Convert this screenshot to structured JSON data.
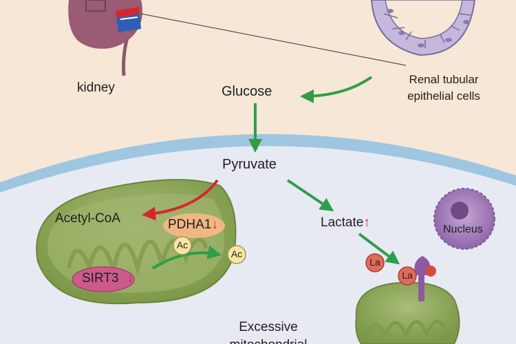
{
  "labels": {
    "kidney": "kidney",
    "renal_cells": "Renal tubular\nepithelial cells",
    "glucose": "Glucose",
    "pyruvate": "Pyruvate",
    "acetyl_coa": "Acetyl-CoA",
    "pdha1": "PDHA1",
    "pdha1_arrow": "↓",
    "sirt3": "SIRT3",
    "sirt3_arrow": "↓",
    "ac": "Ac",
    "lactate": "Lactate",
    "lactate_arrow": "↑",
    "la": "La",
    "nucleus": "Nucleus",
    "excessive": "Excessive\nmitochondrial"
  },
  "colors": {
    "background_top": "#f6e7d6",
    "cell_interior": "#e8eaf3",
    "membrane": "#9fc6e0",
    "mitochondria": "#8ea85a",
    "green_arrow": "#2e9e48",
    "red_arrow": "#d6262b",
    "pdha1_oval": "#f0b785",
    "sirt3_oval": "#cc5a8c",
    "ac_circle": "#f4e6a6",
    "la_circle": "#e26a5a",
    "nucleus": "#a37ab8",
    "kidney": "#9b5b74"
  }
}
